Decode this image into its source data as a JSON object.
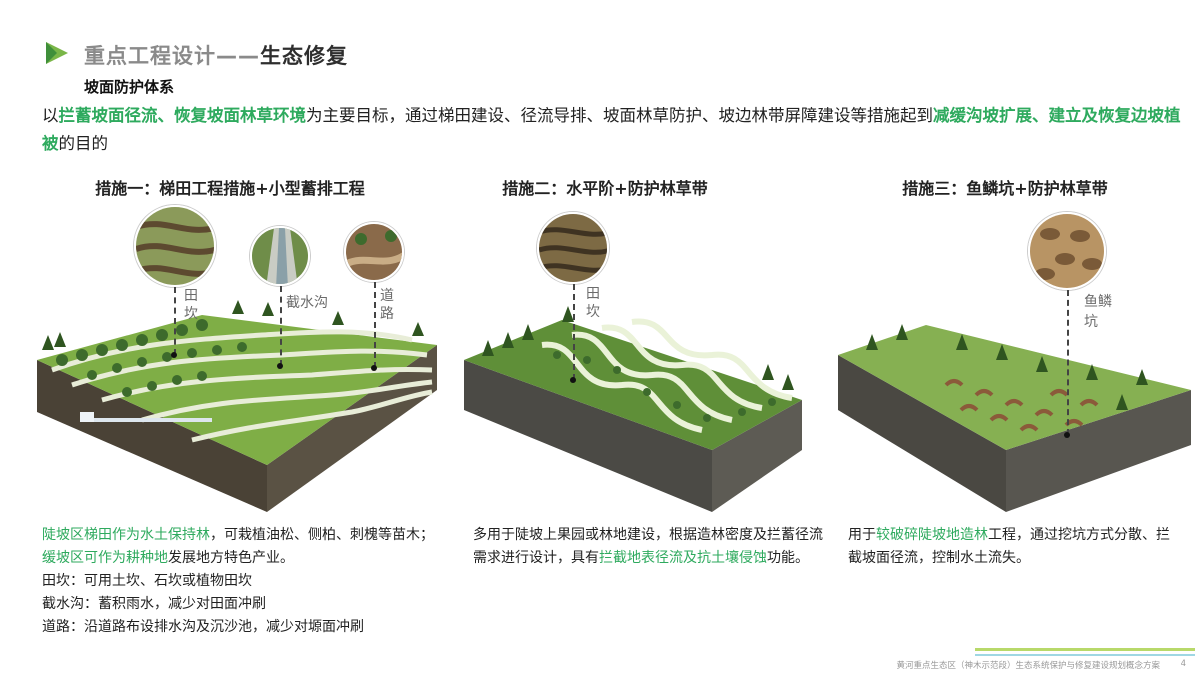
{
  "header": {
    "title_prefix": "重点工程设计",
    "title_dash": "——",
    "title_suffix": "生态修复",
    "subtitle": "坡面防护体系"
  },
  "intro": {
    "p1": "以",
    "h1": "拦蓄坡面径流、恢复坡面林草环境",
    "p2": "为主要目标，通过梯田建设、径流导排、坡面林草防护、坡边林带屏障建设等措施起到",
    "h2": "减缓沟坡扩展、建立及恢复边坡植被",
    "p3": "的目的"
  },
  "measures": [
    {
      "title": "措施一：梯田工程措施+小型蓄排工程",
      "labels": {
        "tiankan": "田坎",
        "jieshuigou": "截水沟",
        "daolu": "道路"
      },
      "desc": {
        "g1": "陡坡区梯田作为水土保持林",
        "t1": "，可栽植油松、侧柏、刺槐等苗木；",
        "g2": "缓坡区可作为耕种地",
        "t2": "发展地方特色产业。",
        "line2": "田坎：可用土坎、石坎或植物田坎",
        "line3": "截水沟：蓄积雨水，减少对田面冲刷",
        "line4": "道路：沿道路布设排水沟及沉沙池，减少对塬面冲刷"
      }
    },
    {
      "title": "措施二：水平阶+防护林草带",
      "labels": {
        "tiankan": "田坎"
      },
      "desc": {
        "t1": "多用于陡坡上果园或林地建设，根据造林密度及拦蓄径流需求进行设计，具有",
        "g1": "拦截地表径流及抗土壤侵蚀",
        "t2": "功能。"
      }
    },
    {
      "title": "措施三：鱼鳞坑+防护林草带",
      "labels": {
        "yulinkeng": "鱼鳞坑"
      },
      "desc": {
        "t1": "用于",
        "g1": "较破碎陡坡地造林",
        "t2": "工程，通过挖坑方式分散、拦截坡面径流，控制水土流失。"
      }
    }
  ],
  "footer": {
    "text": "黄河重点生态区（神木示范段）生态系统保护与修复建设规划概念方案",
    "page": "4"
  },
  "colors": {
    "accent_green": "#2eaa5e",
    "icon_green": "#7ab648",
    "footer_lime": "#b8d96a",
    "footer_cyan": "#9fd7e3"
  }
}
